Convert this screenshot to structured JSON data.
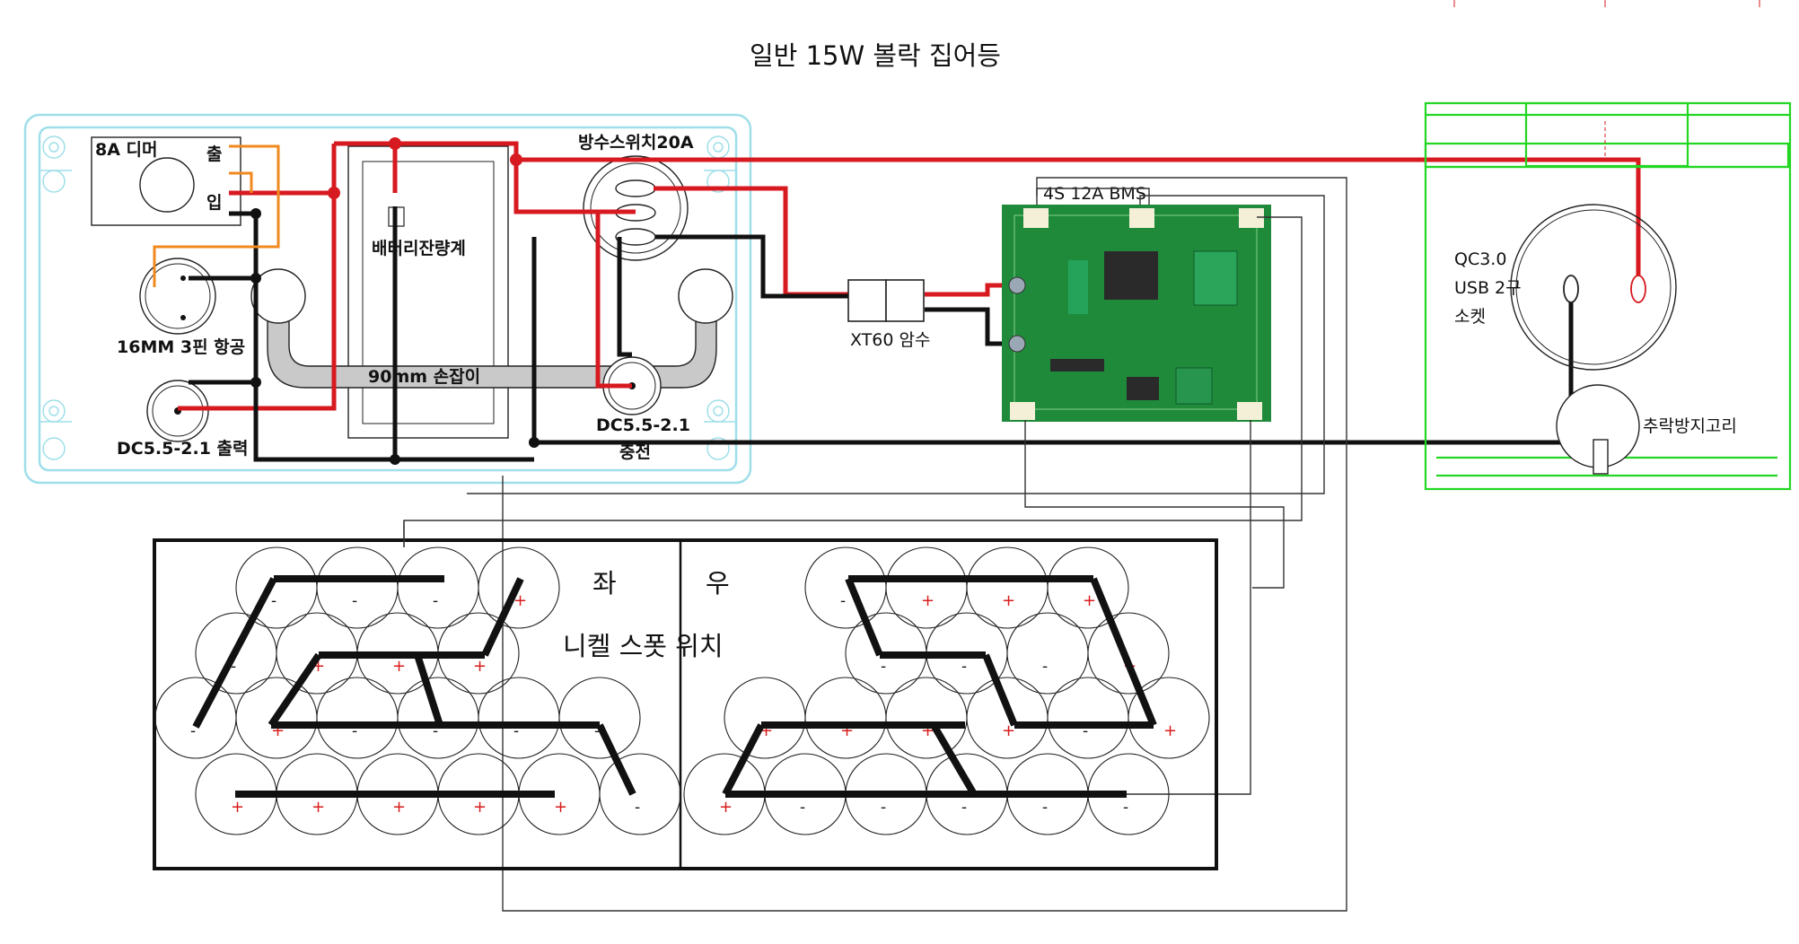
{
  "title": "일반 15W 볼락 집어등",
  "labels": {
    "dimmer": "8A 디머",
    "dimmer_out": "출",
    "dimmer_in": "입",
    "aviation_plug": "16MM 3핀 항공",
    "dc_out": "DC5.5-2.1 출력",
    "battery_gauge": "배터리잔량계",
    "handle": "90mm 손잡이",
    "waterproof_switch": "방수스위치20A",
    "dc_charge_line1": "DC5.5-2.1",
    "dc_charge_line2": "충전",
    "xt60": "XT60 암수",
    "bms": "4S 12A BMS",
    "qc_line1": "QC3.0",
    "qc_line2": "USB 2구",
    "qc_line3": "소켓",
    "anti_fall": "추락방지고리",
    "left": "좌",
    "right": "우",
    "nickel_strip_position": "니켈 스폿 위치"
  },
  "pack_left": {
    "rows": [
      {
        "signs": [
          "-",
          "-",
          "-",
          "+"
        ]
      },
      {
        "signs": [
          "-",
          "+",
          "+",
          "+"
        ]
      },
      {
        "signs": [
          "-",
          "+",
          "-",
          "-",
          "-",
          "-"
        ]
      },
      {
        "signs": [
          "+",
          "+",
          "+",
          "+",
          "+",
          "-"
        ]
      }
    ]
  },
  "pack_right": {
    "rows": [
      {
        "signs": [
          "-",
          "+",
          "+",
          "+"
        ]
      },
      {
        "signs": [
          "-",
          "-",
          "-",
          "+"
        ]
      },
      {
        "signs": [
          "+",
          "+",
          "+",
          "+",
          "-",
          "+"
        ]
      },
      {
        "signs": [
          "+",
          "-",
          "-",
          "-",
          "-",
          "-"
        ]
      }
    ]
  },
  "colors": {
    "enclosure_outline": "#9fdfe9",
    "positive_wire": "#d71920",
    "negative_wire": "#111111",
    "dimmer_wire": "#f08a1e",
    "usb_socket_outline": "#22d622",
    "bms_board": "#1f8a3a",
    "plus_mark": "#d91c1c"
  }
}
